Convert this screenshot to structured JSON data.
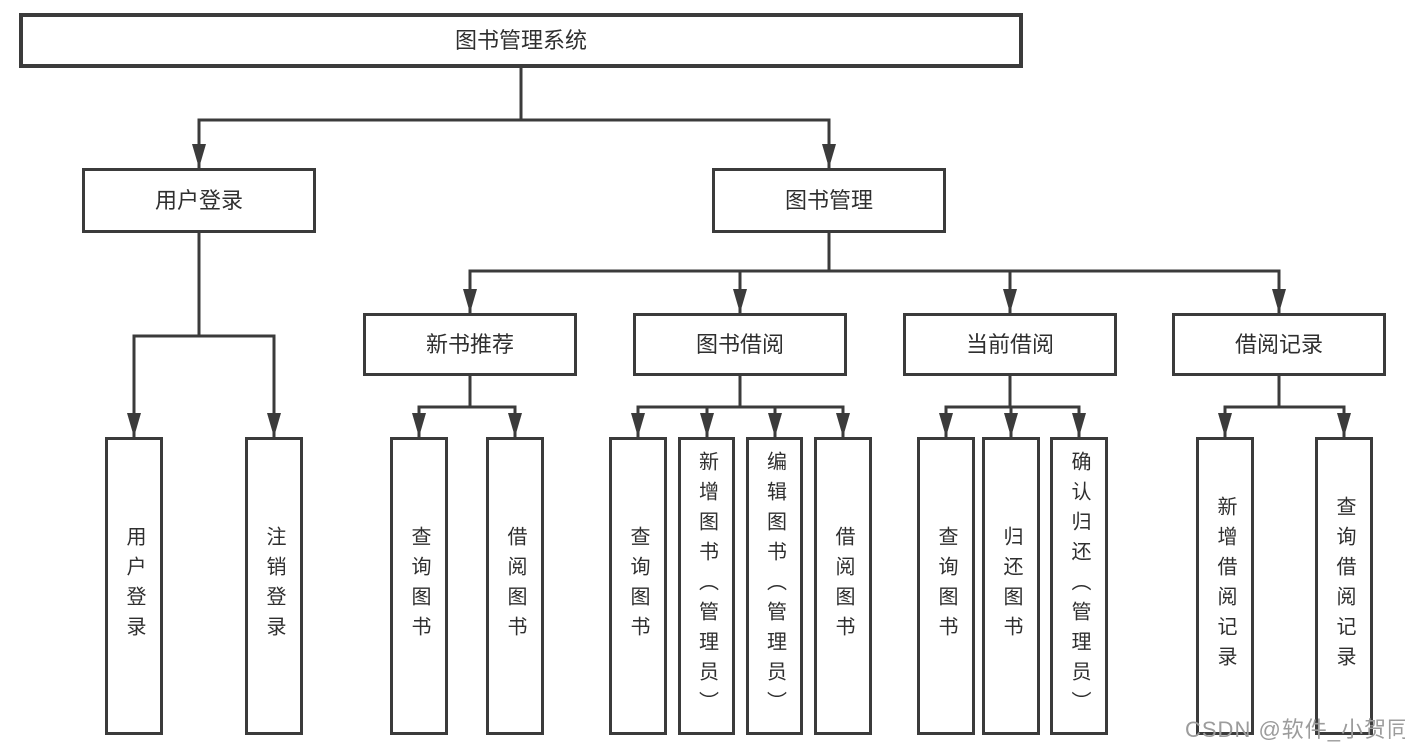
{
  "diagram": {
    "title_node": "图书管理系统",
    "colors": {
      "line": "#3b3b3b",
      "box_border": "#3b3b3b",
      "text": "#2f2f2f",
      "background": "#ffffff",
      "watermark": "#9c9c9c"
    }
  },
  "tree": {
    "root": {
      "label": "图书管理系统"
    },
    "children": [
      {
        "label": "用户登录",
        "children": [
          {
            "label": "用户登录"
          },
          {
            "label": "注销登录"
          }
        ]
      },
      {
        "label": "图书管理",
        "children": [
          {
            "label": "新书推荐",
            "children": [
              {
                "label": "查询图书"
              },
              {
                "label": "借阅图书"
              }
            ]
          },
          {
            "label": "图书借阅",
            "children": [
              {
                "label": "查询图书"
              },
              {
                "label": "新增图书（管理员）"
              },
              {
                "label": "编辑图书（管理员）"
              },
              {
                "label": "借阅图书"
              }
            ]
          },
          {
            "label": "当前借阅",
            "children": [
              {
                "label": "查询图书"
              },
              {
                "label": "归还图书"
              },
              {
                "label": "确认归还（管理员）"
              }
            ]
          },
          {
            "label": "借阅记录",
            "children": [
              {
                "label": "新增借阅记录"
              },
              {
                "label": "查询借阅记录"
              }
            ]
          }
        ]
      }
    ]
  },
  "watermark": {
    "text": "CSDN @软件_小贺同学"
  }
}
